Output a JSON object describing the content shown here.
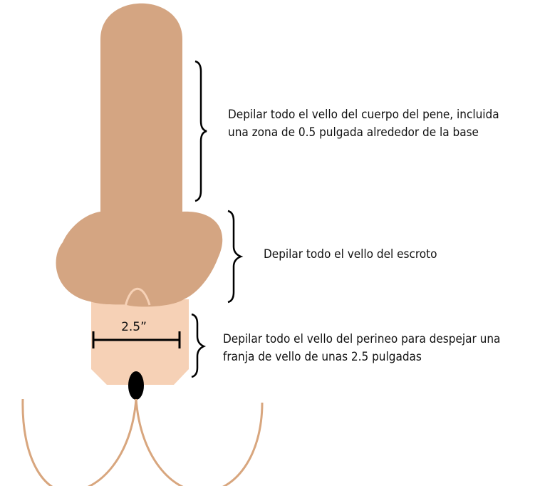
{
  "annotations": {
    "shaft": [
      "Depilar todo el vello del cuerpo del pene, incluida",
      "una zona de 0.5 pulgada alrededor de la base"
    ],
    "scrotum": [
      "Depilar todo el vello del escroto"
    ],
    "perineum": [
      "Depilar todo el vello del perineo para despejar una",
      "franja de vello de unas 2.5 pulgadas"
    ]
  },
  "measurement": {
    "label": "2.5”"
  },
  "colors": {
    "shaft_skin": "#d4a582",
    "perineum_skin": "#f6d1b6",
    "outline": "#d8a67e",
    "marker": "#000000",
    "text": "#111111"
  }
}
